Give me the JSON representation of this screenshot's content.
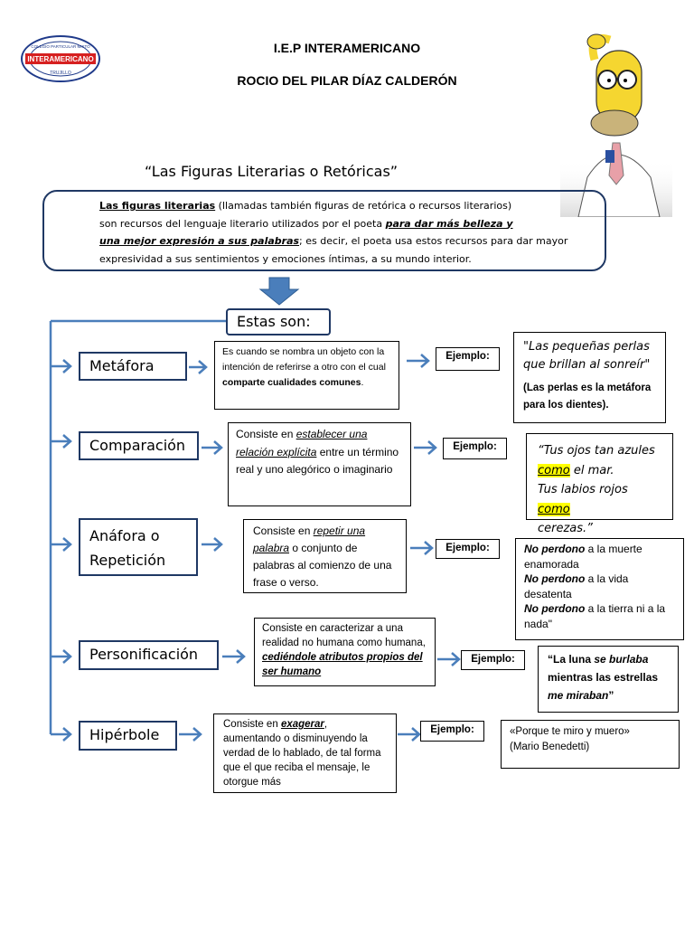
{
  "header": {
    "school": "I.E.P INTERAMERICANO",
    "author": "ROCIO DEL PILAR DÍAZ CALDERÓN",
    "logo_text_top": "COLEGIO PARTICULAR MIXTO",
    "logo_text_mid": "INTERAMERICANO",
    "logo_text_bottom": "TRUJILLO"
  },
  "title": "“Las Figuras Literarias o Retóricas”",
  "intro": {
    "term": "Las figuras literarias",
    "t1": " (llamadas también figuras de retórica o recursos literarios)",
    "t2": "son recursos del lenguaje literario utilizados por el poeta ",
    "bold1": "para dar más belleza y",
    "bold2": "una mejor expresión a sus palabras",
    "t3": "; es decir, el poeta usa estos recursos para dar mayor",
    "t4": "expresividad a sus sentimientos y emociones íntimas, a su mundo interior."
  },
  "estas_son": "Estas son:",
  "ejemplo_label": "Ejemplo:",
  "figures": [
    {
      "name": "Metáfora",
      "def": {
        "a": "Es cuando se nombra un objeto con la intención de referirse a otro con el cual ",
        "b": "comparte cualidades comunes",
        "c": "."
      },
      "example": {
        "quote": "\"Las pequeñas perlas que brillan al sonreír\"",
        "note": "(Las perlas es la metáfora para los dientes)."
      }
    },
    {
      "name": "Comparación",
      "def": {
        "a": "Consiste en ",
        "b": "establecer una relación explícita",
        "c": " entre un término real y uno alegórico o imaginario"
      },
      "example": {
        "l1a": "“Tus ojos tan azules",
        "l2a": "como",
        "l2b": " el mar.",
        "l3a": "Tus labios rojos ",
        "l3b": "como",
        "l4": "cerezas.”"
      }
    },
    {
      "name1": "Anáfora o",
      "name2": "Repetición",
      "def": {
        "a": "Consiste en ",
        "b": "repetir una palabra",
        "c": " o conjunto de palabras al comienzo de una frase o verso."
      },
      "example": {
        "n1": "No perdono",
        "r1": " a la muerte enamorada",
        "n2": "No perdono",
        "r2": " a la vida desatenta",
        "n3": "No perdono",
        "r3": " a la tierra ni a la nada\""
      }
    },
    {
      "name": "Personificación",
      "def": {
        "a": "Consiste en caracterizar a una realidad no humana como humana, ",
        "b": "cediéndole atributos propios del ser humano"
      },
      "example": {
        "a": "“La luna ",
        "b": "se burlaba",
        "c": " mientras las estrellas ",
        "d": "me miraban",
        "e": "”"
      }
    },
    {
      "name": "Hipérbole",
      "def": {
        "a": "Consiste en ",
        "b": "exagerar",
        "c": ", aumentando o disminuyendo la verdad de lo hablado, de tal forma que el que reciba el mensaje, le otorgue más"
      },
      "example": {
        "a": "«Porque te miro y muero»",
        "b": "(Mario Benedetti)"
      }
    }
  ],
  "colors": {
    "arrow": "#4a7ebb",
    "border_dark": "#1f3864",
    "highlight": "#ffff00"
  }
}
